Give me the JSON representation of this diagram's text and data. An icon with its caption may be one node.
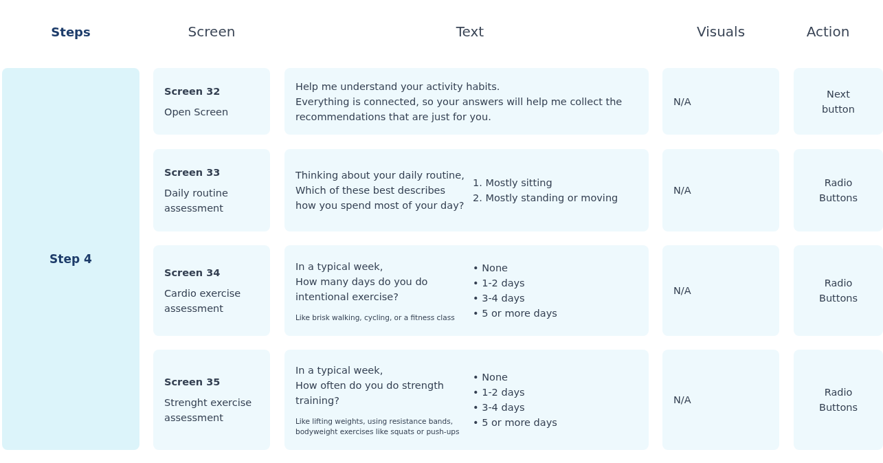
{
  "diagram": {
    "nodes": [
      {
        "text": [
          "Step 4"
        ]
      },
      {
        "text": [
          "Screen 32",
          "Open Screen"
        ]
      },
      {
        "text": [
          "Help me understand your activity habits.",
          "Everything is connected, so your answers will help me collect the recommendations that are just for you."
        ]
      },
      {
        "text": [
          "N/A"
        ]
      },
      {
        "text": [
          "Next button"
        ]
      },
      {
        "text": [
          "Screen 33",
          "Daily routine assessment"
        ]
      },
      {
        "text": [
          "Thinking about your daily routine,",
          "Which of these best describes how you spend most of your day?",
          "1. Mostly sitting",
          "2. Mostly standing or moving"
        ]
      },
      {
        "text": [
          "N/A"
        ]
      },
      {
        "text": [
          "Radio Buttons"
        ]
      },
      {
        "text": [
          "Screen 34",
          "Cardio exercise assessment"
        ]
      },
      {
        "text": [
          "In a typical week,",
          "How many days do you do intentional exercise?",
          "Like brisk walking, cycling, or a fitness class",
          "• None",
          "• 1-2 days",
          "• 3-4 days",
          "• 5 or more days"
        ]
      },
      {
        "text": [
          "N/A"
        ]
      },
      {
        "text": [
          "Radio Buttons"
        ]
      },
      {
        "text": [
          "Screen 35",
          "Strenght exercise assessment"
        ]
      },
      {
        "text": [
          "In a typical week,",
          "How often do you do strength training?",
          "Like lifting weights, using resistance bands, bodyweight exercises like squats or push-ups",
          "• None",
          "• 1-2 days",
          "• 3-4 days",
          "• 5 or more days"
        ]
      },
      {
        "text": [
          "N/A"
        ]
      },
      {
        "text": [
          "Radio Buttons"
        ]
      }
    ],
    "labels": [
      "Steps",
      "Screen",
      "Text",
      "Visuals",
      "Action"
    ]
  }
}
